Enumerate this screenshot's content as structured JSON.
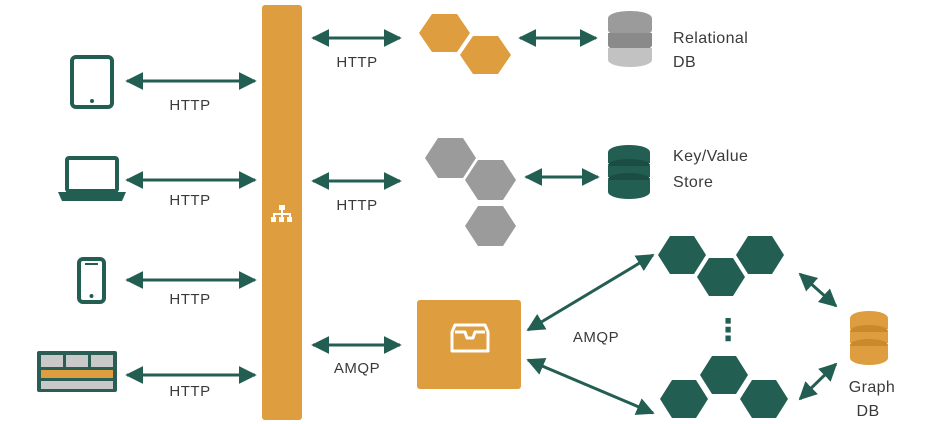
{
  "colors": {
    "orange": "#DE9D3E",
    "teal": "#235E53",
    "gray": "#9B9B9B",
    "dark_gray": "#8A8A8A",
    "light_gray": "#C2C2C2",
    "text": "#3A3A3A"
  },
  "clients": [
    {
      "icon": "tablet-icon",
      "protocol": "HTTP"
    },
    {
      "icon": "laptop-icon",
      "protocol": "HTTP"
    },
    {
      "icon": "phone-icon",
      "protocol": "HTTP"
    },
    {
      "icon": "dashboard-icon",
      "protocol": "HTTP"
    }
  ],
  "gateway": {
    "icon": "sitemap-icon"
  },
  "services": [
    {
      "protocol": "HTTP",
      "store": {
        "icon": "database-icon",
        "line1": "Relational",
        "line2": "DB"
      }
    },
    {
      "protocol": "HTTP",
      "store": {
        "icon": "database-icon",
        "line1": "Key/Value",
        "line2": "Store"
      }
    },
    {
      "protocol": "AMQP",
      "queue_icon": "inbox-tray-icon",
      "queue_protocol": "AMQP",
      "ellipsis": "⋮",
      "store": {
        "icon": "database-icon",
        "line1": "Graph",
        "line2": "DB"
      }
    }
  ]
}
